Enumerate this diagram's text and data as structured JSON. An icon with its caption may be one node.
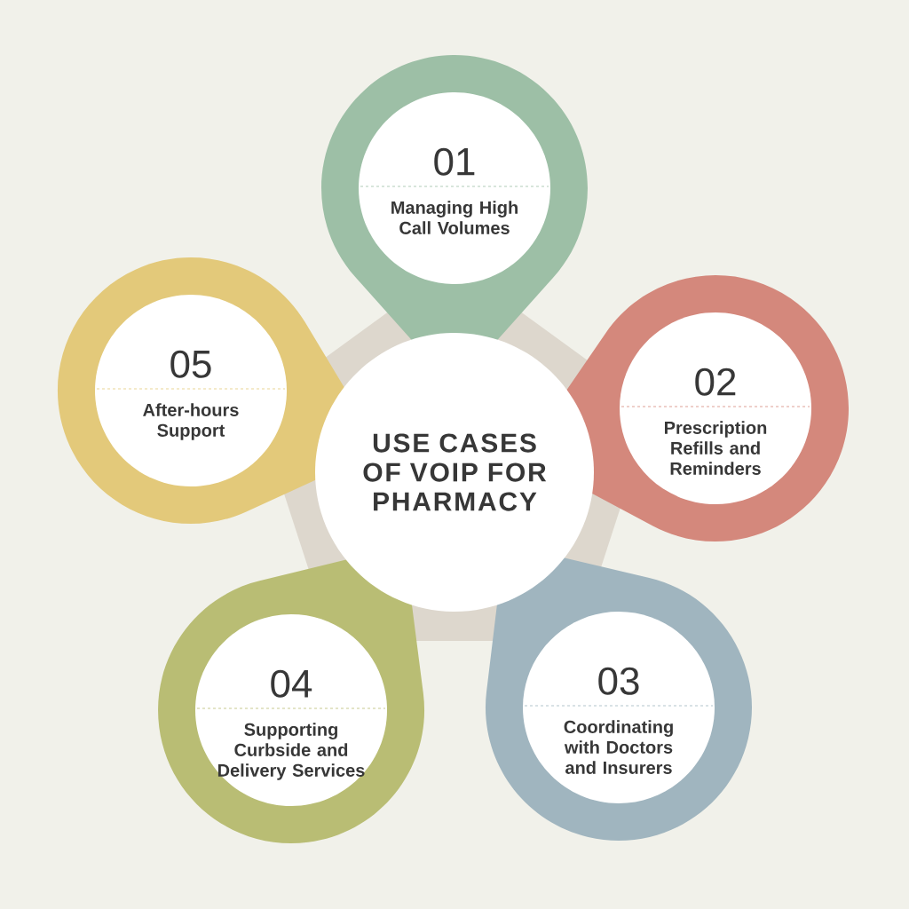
{
  "diagram": {
    "nodes": [
      {
        "text": [
          "USE CASES OF VOIP FOR PHARMACY"
        ]
      },
      {
        "text": [
          "01",
          "Managing High Call Volumes"
        ]
      },
      {
        "text": [
          "02",
          "Prescription Refills and Reminders"
        ]
      },
      {
        "text": [
          "03",
          "Coordinating with Doctors and Insurers"
        ]
      },
      {
        "text": [
          "04",
          "Supporting Curbside and Delivery Services"
        ]
      },
      {
        "text": [
          "05",
          "After-hours Support"
        ]
      }
    ]
  }
}
